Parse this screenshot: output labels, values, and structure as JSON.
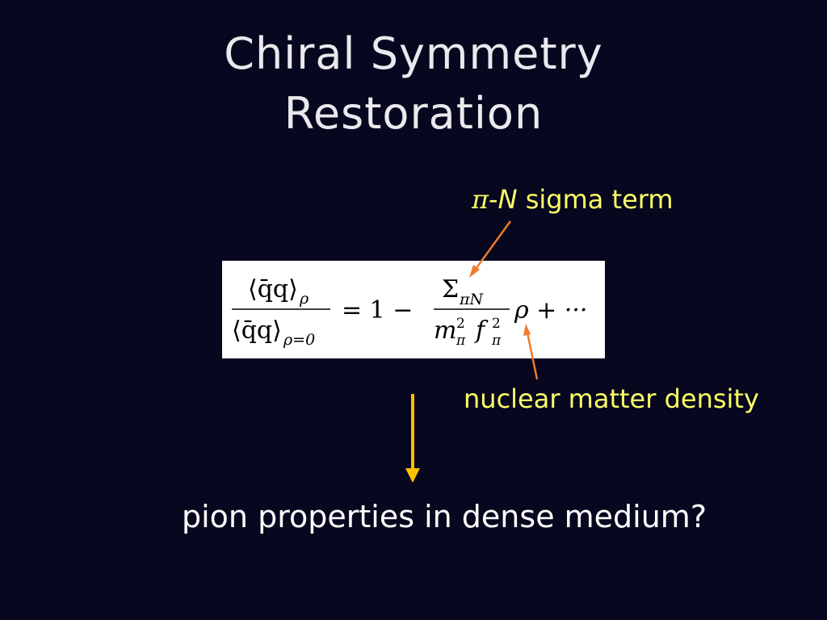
{
  "slide": {
    "title_line_1": "Chiral Symmetry",
    "title_line_2": "Restoration",
    "sigma_label": {
      "pi": "π",
      "dash": "-",
      "N": "N",
      "rest": " sigma term"
    },
    "density_label": "nuclear matter density",
    "conclusion": "pion properties in dense medium?"
  },
  "equation": {
    "lhs_numerator": "⟨q̄q⟩",
    "lhs_numerator_sub": "ρ",
    "lhs_denominator": "⟨q̄q⟩",
    "lhs_denominator_sub": "ρ=0",
    "equals_one_minus": "= 1 −",
    "sigma": "Σ",
    "sigma_sub": "πN",
    "m": "m",
    "m_sup": "2",
    "m_sub": "π",
    "f": "f",
    "f_sup": "2",
    "f_sub": "π",
    "tail": "ρ + ···"
  },
  "colors": {
    "background": "#07071f",
    "title": "#e9e9ee",
    "label_yellow": "#ffff66",
    "callout_arrow": "#f07a2a",
    "down_arrow": "#ffc000",
    "equation_bg": "#ffffff",
    "equation_text": "#000000"
  }
}
